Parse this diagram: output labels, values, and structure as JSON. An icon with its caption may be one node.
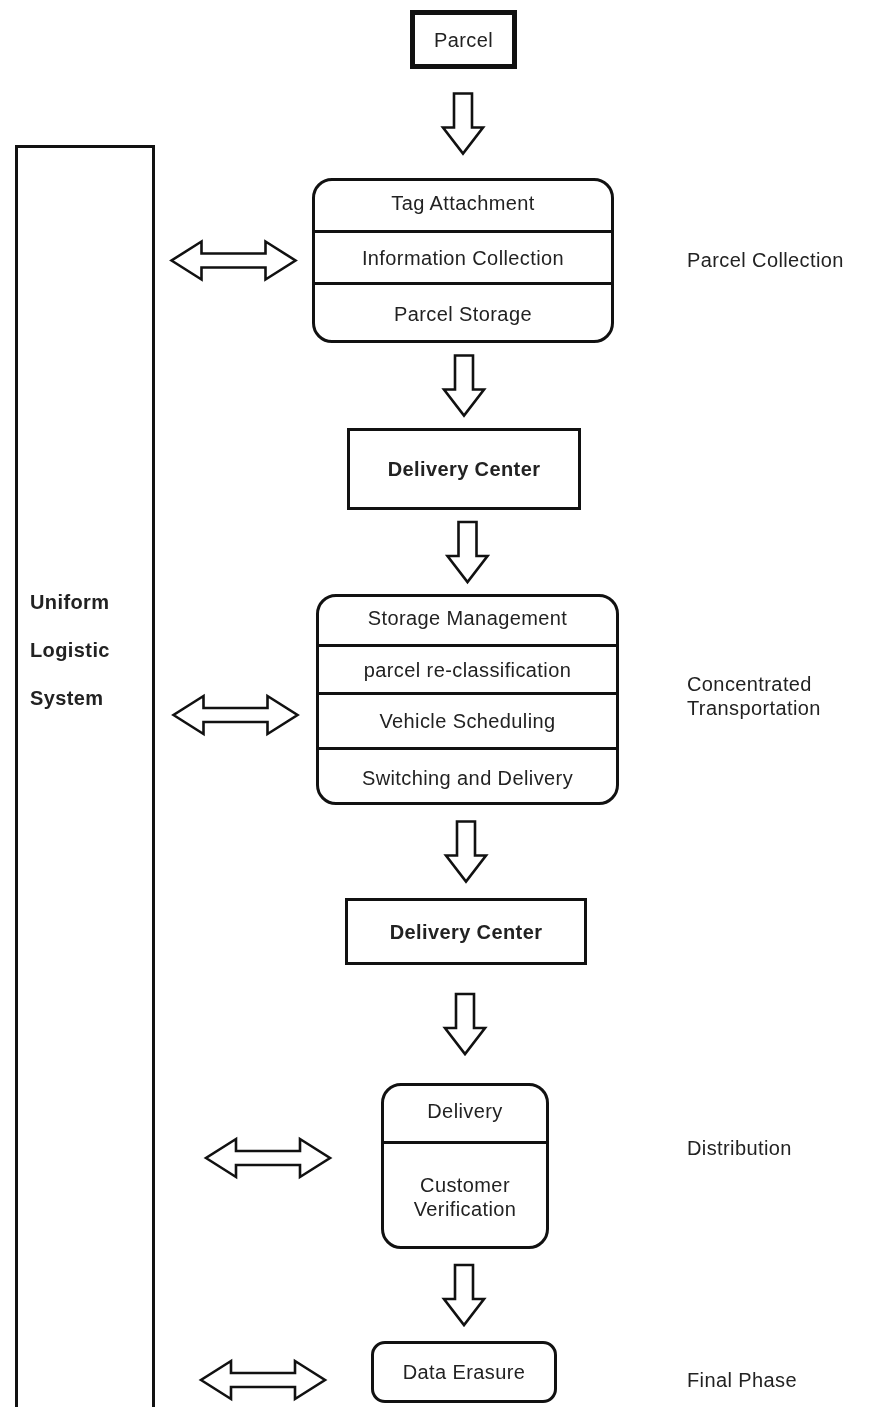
{
  "diagram": {
    "nodes": [
      {
        "text": [
          "Parcel"
        ]
      },
      {
        "text": [],
        "shape": "box"
      },
      {
        "text": [
          "Tag Attachment"
        ],
        "in": 1
      },
      {
        "text": [
          "Information Collection"
        ],
        "in": 1
      },
      {
        "text": [
          "Parcel Storage"
        ],
        "in": 1
      },
      {
        "text": [
          "Delivery Center"
        ]
      },
      {
        "text": [],
        "shape": "box"
      },
      {
        "text": [
          "Storage Management"
        ],
        "in": 6
      },
      {
        "text": [
          "parcel re-classification"
        ],
        "in": 6
      },
      {
        "text": [
          "Vehicle Scheduling"
        ],
        "in": 6
      },
      {
        "text": [
          "Switching and Delivery"
        ],
        "in": 6
      },
      {
        "text": [
          "Delivery Center"
        ]
      },
      {
        "text": [],
        "shape": "box"
      },
      {
        "text": [
          "Delivery"
        ],
        "in": 12
      },
      {
        "text": [
          "Customer Verification"
        ],
        "in": 12
      },
      {
        "text": [
          "Data Erasure"
        ]
      },
      {
        "text": [
          "Uniform Logistic System"
        ]
      }
    ],
    "edges": [
      {
        "from": 0,
        "to": 1,
        "arrow": "to"
      },
      {
        "from": 1,
        "to": 5,
        "arrow": "to"
      },
      {
        "from": 5,
        "to": 6,
        "arrow": "to"
      },
      {
        "from": 6,
        "to": 11,
        "arrow": "to"
      },
      {
        "from": 11,
        "to": 12,
        "arrow": "to"
      },
      {
        "from": 12,
        "to": 15,
        "arrow": "to"
      },
      {
        "from": 16,
        "to": 1,
        "arrow": "both"
      },
      {
        "from": 16,
        "to": 6,
        "arrow": "both"
      },
      {
        "from": 16,
        "to": 12,
        "arrow": "both"
      },
      {
        "from": 16,
        "to": 15,
        "arrow": "both"
      }
    ],
    "labels": [
      "Parcel Collection",
      "Concentrated Transportation",
      "Distribution",
      "Final Phase"
    ]
  }
}
